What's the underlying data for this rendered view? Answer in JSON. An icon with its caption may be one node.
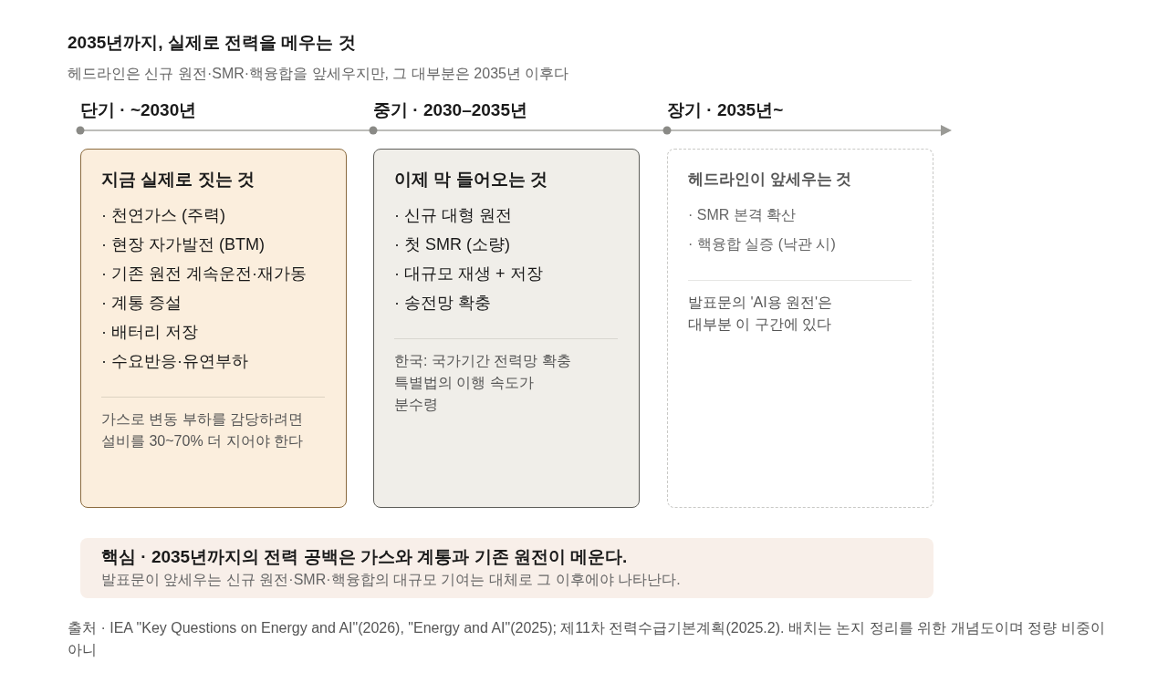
{
  "diagram": {
    "title": "2035년까지, 실제로 전력을 메우는 것",
    "nodes": [
      {
        "text": [
          "지금 실제로 짓는 것",
          "· 천연가스 (주력)",
          "· 현장 자가발전 (BTM)",
          "· 기존 원전 계속운전·재가동",
          "· 계통 증설",
          "· 배터리 저장",
          "· 수요반응·유연부하",
          "가스로 변동 부하를 감당하려면 설비를 30~70% 더 지어야 한다"
        ],
        "beside": [
          "단기 · ~2030년"
        ]
      },
      {
        "text": [
          "이제 막 들어오는 것",
          "· 신규 대형 원전",
          "· 첫 SMR (소량)",
          "· 대규모 재생 + 저장",
          "· 송전망 확충",
          "한국: 국가기간 전력망 확충 특별법의 이행 속도가 분수령"
        ],
        "beside": [
          "중기 · 2030–2035년"
        ]
      },
      {
        "text": [
          "헤드라인이 앞세우는 것",
          "· SMR 본격 확산",
          "· 핵융합 실증 (낙관 시)",
          "발표문의 'AI용 원전'은 대부분 이 구간에 있다"
        ],
        "beside": [
          "장기 · 2035년~"
        ]
      },
      {
        "text": [
          "핵심 · 2035년까지의 전력 공백은 가스와 계통과 기존 원전이 메운다.",
          "발표문이 앞세우는 신규 원전·SMR·핵융합의 대규모 기여는 대체로 그 이후에야 나타난다."
        ]
      }
    ],
    "labels": [
      "헤드라인은 신규 원전·SMR·핵융합을 앞세우지만, 그 대부분은 2035년 이후다",
      "출처 · IEA \"Key Questions on Energy and AI\"(2026), \"Energy and AI\"(2025); 제11차 전력수급기본계획(2025.2). 배치는 논지 정리를 위한 개념도이며 정량 비중이 아니"
    ]
  }
}
